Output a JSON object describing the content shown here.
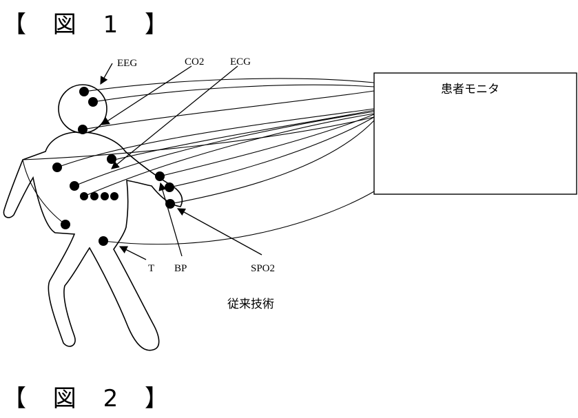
{
  "figure1": {
    "header": "【 図 1 】"
  },
  "figure2": {
    "header": "【 図 2 】"
  },
  "diagram": {
    "monitor_label": "患者モニタ",
    "caption": "従来技術",
    "sensor_labels": {
      "eeg": "EEG",
      "co2": "CO2",
      "ecg": "ECG",
      "t": "T",
      "bp": "BP",
      "spo2": "SPO2"
    }
  }
}
